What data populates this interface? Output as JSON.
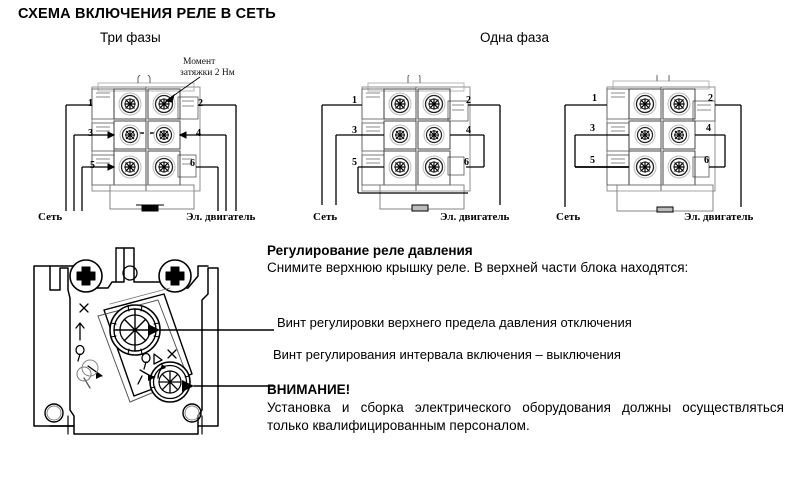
{
  "page": {
    "title": "СХЕМА ВКЛЮЧЕНИЯ РЕЛЕ В СЕТЬ",
    "background_color": "#ffffff",
    "ink_color": "#000000"
  },
  "sections": {
    "three_phase_label": "Три фазы",
    "single_phase_label": "Одна фаза"
  },
  "torque_note": {
    "line1": "Момент",
    "line2": "затяжки 2 Нм"
  },
  "diagrams": [
    {
      "id": "three-phase",
      "caption": "Три фазы",
      "terminal_numbers": [
        "1",
        "2",
        "3",
        "4",
        "5",
        "6"
      ],
      "left_label": "Сеть",
      "right_label": "Эл. двигатель",
      "has_torque_callout": true
    },
    {
      "id": "single-phase-a",
      "caption": "Одна фаза",
      "terminal_numbers": [
        "1",
        "2",
        "3",
        "4",
        "5",
        "6"
      ],
      "left_label": "Сеть",
      "right_label": "Эл. двигатель",
      "has_torque_callout": false
    },
    {
      "id": "single-phase-b",
      "caption": "Одна фаза",
      "terminal_numbers": [
        "1",
        "2",
        "3",
        "4",
        "5",
        "6"
      ],
      "left_label": "Сеть",
      "right_label": "Эл. двигатель",
      "has_torque_callout": false
    }
  ],
  "adjustment": {
    "heading": "Регулирование реле давления",
    "body": "Снимите верхнюю крышку реле. В верхней части блока находятся:",
    "items": [
      "Винт регулировки верхнего предела давления отключения",
      "Винт регулирования интервала включения – выключения"
    ]
  },
  "warning": {
    "heading": "ВНИМАНИЕ!",
    "body": "Установка и сборка электрического оборудования должны осуществляться только квалифицированным персоналом."
  }
}
